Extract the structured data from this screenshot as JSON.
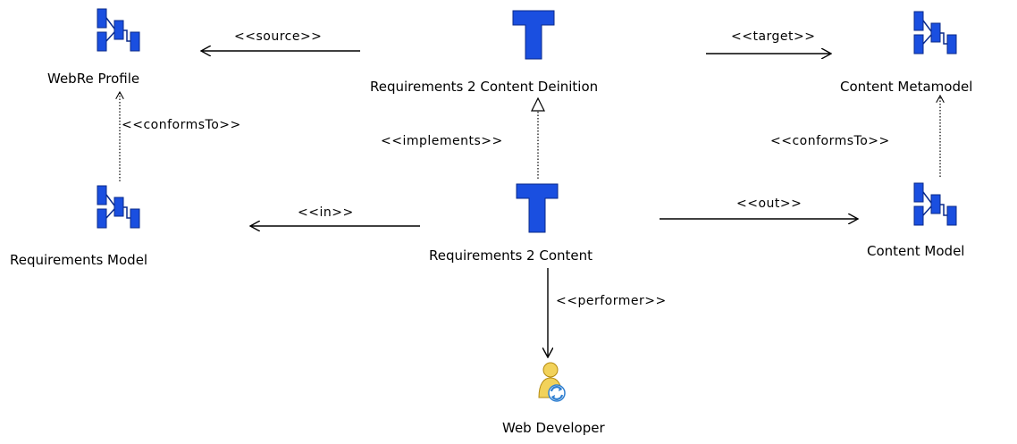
{
  "nodes": {
    "webre_profile": {
      "label": "WebRe Profile",
      "icon": "model-icon"
    },
    "requirements_model": {
      "label": "Requirements Model",
      "icon": "model-icon"
    },
    "r2c_definition": {
      "label": "Requirements  2 Content Deinition",
      "icon": "transformation-definition-icon"
    },
    "r2c": {
      "label": "Requirements  2 Content",
      "icon": "transformation-icon"
    },
    "content_metamodel": {
      "label": "Content Metamodel",
      "icon": "model-icon"
    },
    "content_model": {
      "label": "Content Model",
      "icon": "model-icon"
    },
    "web_developer": {
      "label": "Web Developer",
      "icon": "role-performer-icon"
    }
  },
  "edges": {
    "source": "<<source>>",
    "target": "<<target>>",
    "conforms_to_left": "<<conformsTo>>",
    "conforms_to_right": "<<conformsTo>>",
    "implements": "<<implements>>",
    "in": "<<in>>",
    "out": "<<out>>",
    "performer": "<<performer>>"
  },
  "colors": {
    "icon_blue": "#1a4fe0",
    "icon_stroke": "#0a2a8a",
    "line": "#000000",
    "person_yellow": "#f2d25a",
    "person_blue": "#2f7fd0"
  }
}
